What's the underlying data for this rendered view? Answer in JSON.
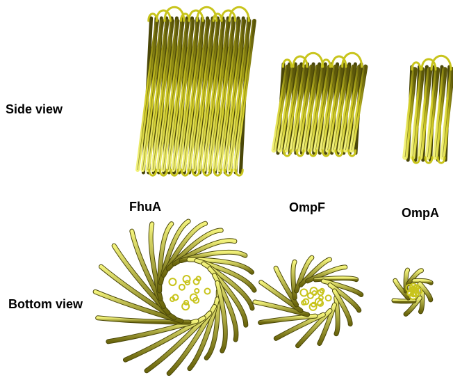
{
  "rows": {
    "side": "Side view",
    "bottom": "Bottom view"
  },
  "proteins": [
    {
      "name": "FhuA"
    },
    {
      "name": "OmpF"
    },
    {
      "name": "OmpA"
    }
  ],
  "colors": {
    "ribbon_light": "#e8e85a",
    "ribbon_mid": "#c8c41c",
    "ribbon_dark": "#4a4708",
    "background": "#ffffff"
  }
}
